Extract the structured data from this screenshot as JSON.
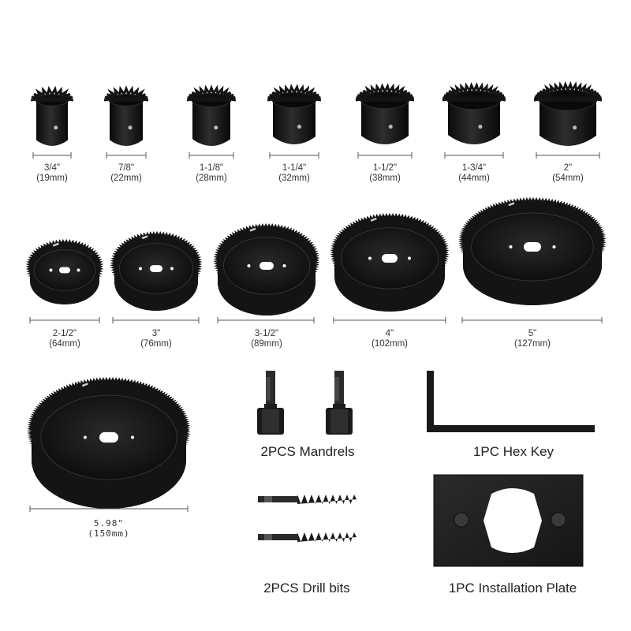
{
  "saws": [
    {
      "inch": "3/4\"",
      "mm": "(19mm)"
    },
    {
      "inch": "7/8\"",
      "mm": "(22mm)"
    },
    {
      "inch": "1-1/8\"",
      "mm": "(28mm)"
    },
    {
      "inch": "1-1/4\"",
      "mm": "(32mm)"
    },
    {
      "inch": "1-1/2\"",
      "mm": "(38mm)"
    },
    {
      "inch": "1-3/4\"",
      "mm": "(44mm)"
    },
    {
      "inch": "2\"",
      "mm": "(54mm)"
    },
    {
      "inch": "2-1/2\"",
      "mm": "(64mm)"
    },
    {
      "inch": "3\"",
      "mm": "(76mm)"
    },
    {
      "inch": "3-1/2\"",
      "mm": "(89mm)"
    },
    {
      "inch": "4\"",
      "mm": "(102mm)"
    },
    {
      "inch": "5\"",
      "mm": "(127mm)"
    },
    {
      "inch": "5.98\"",
      "mm": "(150mm)"
    }
  ],
  "accessories": {
    "mandrels": "2PCS Mandrels",
    "hex_key": "1PC Hex Key",
    "drill_bits": "2PCS Drill bits",
    "plate": "1PC Installation Plate"
  },
  "colors": {
    "metal": "#141414",
    "metal_edge": "#2c2c2c",
    "dim_line": "#555555"
  }
}
